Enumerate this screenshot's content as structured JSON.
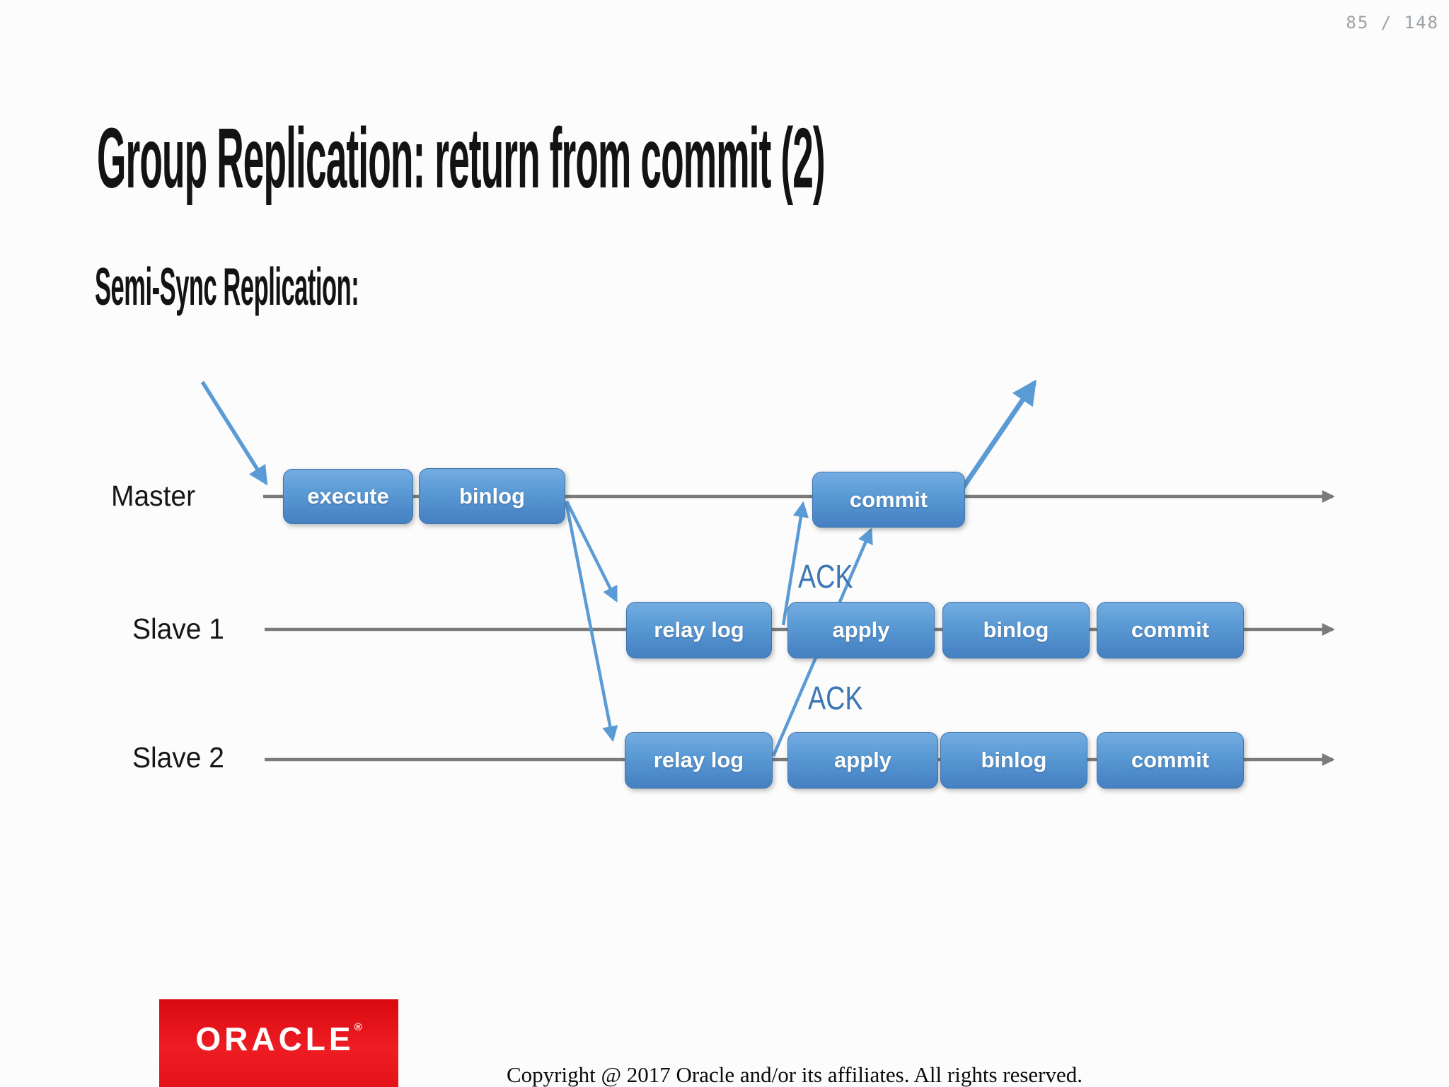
{
  "page": {
    "number": "85 / 148"
  },
  "header": {
    "title": "Group Replication: return from commit (2)",
    "subtitle": "Semi-Sync Replication:"
  },
  "diagram": {
    "rows": [
      {
        "label": "Master",
        "boxes": [
          {
            "label": "execute"
          },
          {
            "label": "binlog"
          },
          {
            "label": "commit"
          }
        ]
      },
      {
        "label": "Slave 1",
        "boxes": [
          {
            "label": "relay log"
          },
          {
            "label": "apply"
          },
          {
            "label": "binlog"
          },
          {
            "label": "commit"
          }
        ]
      },
      {
        "label": "Slave 2",
        "boxes": [
          {
            "label": "relay log"
          },
          {
            "label": "apply"
          },
          {
            "label": "binlog"
          },
          {
            "label": "commit"
          }
        ]
      }
    ],
    "ack_labels": [
      "ACK",
      "ACK"
    ],
    "colors": {
      "box_blue": "#5b9bd5",
      "arrow_blue": "#5b9bd5",
      "timeline_gray": "#7b7b7b",
      "ack_text_blue": "#3b76b5"
    }
  },
  "footer": {
    "logo_text": "ORACLE",
    "logo_reg": "®",
    "logo_red": "#e41319",
    "copyright": "Copyright @ 2017 Oracle and/or its affiliates. All rights reserved."
  }
}
